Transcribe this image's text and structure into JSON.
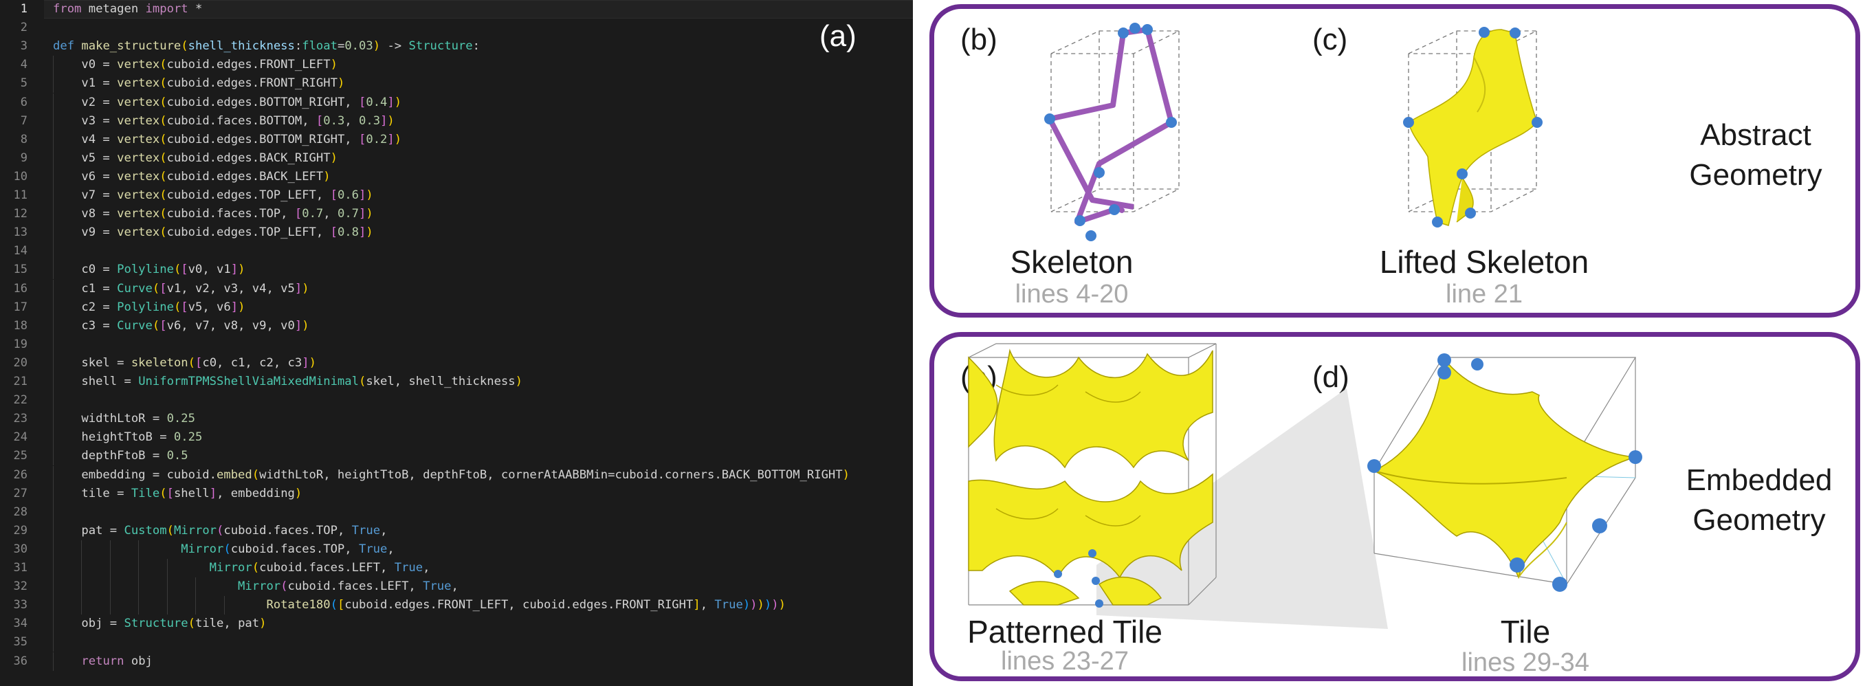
{
  "editor": {
    "panel_label": "(a)",
    "current_line": 1,
    "lines": [
      [
        [
          "kw2",
          "from"
        ],
        [
          "p",
          " metagen "
        ],
        [
          "kw2",
          "import"
        ],
        [
          "p",
          " *"
        ]
      ],
      [],
      [
        [
          "kw",
          "def"
        ],
        [
          "p",
          " "
        ],
        [
          "fn",
          "make_structure"
        ],
        [
          "br1",
          "("
        ],
        [
          "var",
          "shell_thickness"
        ],
        [
          "p",
          ":"
        ],
        [
          "cls",
          "float"
        ],
        [
          "p",
          "="
        ],
        [
          "num",
          "0.03"
        ],
        [
          "br1",
          ")"
        ],
        [
          "p",
          " -> "
        ],
        [
          "cls",
          "Structure"
        ],
        [
          "p",
          ":"
        ]
      ],
      [
        [
          "p",
          "    v0 = "
        ],
        [
          "fn",
          "vertex"
        ],
        [
          "br1",
          "("
        ],
        [
          "p",
          "cuboid.edges.FRONT_LEFT"
        ],
        [
          "br1",
          ")"
        ]
      ],
      [
        [
          "p",
          "    v1 = "
        ],
        [
          "fn",
          "vertex"
        ],
        [
          "br1",
          "("
        ],
        [
          "p",
          "cuboid.edges.FRONT_RIGHT"
        ],
        [
          "br1",
          ")"
        ]
      ],
      [
        [
          "p",
          "    v2 = "
        ],
        [
          "fn",
          "vertex"
        ],
        [
          "br1",
          "("
        ],
        [
          "p",
          "cuboid.edges.BOTTOM_RIGHT, "
        ],
        [
          "br2",
          "["
        ],
        [
          "num",
          "0.4"
        ],
        [
          "br2",
          "]"
        ],
        [
          "br1",
          ")"
        ]
      ],
      [
        [
          "p",
          "    v3 = "
        ],
        [
          "fn",
          "vertex"
        ],
        [
          "br1",
          "("
        ],
        [
          "p",
          "cuboid.faces.BOTTOM, "
        ],
        [
          "br2",
          "["
        ],
        [
          "num",
          "0.3"
        ],
        [
          "p",
          ", "
        ],
        [
          "num",
          "0.3"
        ],
        [
          "br2",
          "]"
        ],
        [
          "br1",
          ")"
        ]
      ],
      [
        [
          "p",
          "    v4 = "
        ],
        [
          "fn",
          "vertex"
        ],
        [
          "br1",
          "("
        ],
        [
          "p",
          "cuboid.edges.BOTTOM_RIGHT, "
        ],
        [
          "br2",
          "["
        ],
        [
          "num",
          "0.2"
        ],
        [
          "br2",
          "]"
        ],
        [
          "br1",
          ")"
        ]
      ],
      [
        [
          "p",
          "    v5 = "
        ],
        [
          "fn",
          "vertex"
        ],
        [
          "br1",
          "("
        ],
        [
          "p",
          "cuboid.edges.BACK_RIGHT"
        ],
        [
          "br1",
          ")"
        ]
      ],
      [
        [
          "p",
          "    v6 = "
        ],
        [
          "fn",
          "vertex"
        ],
        [
          "br1",
          "("
        ],
        [
          "p",
          "cuboid.edges.BACK_LEFT"
        ],
        [
          "br1",
          ")"
        ]
      ],
      [
        [
          "p",
          "    v7 = "
        ],
        [
          "fn",
          "vertex"
        ],
        [
          "br1",
          "("
        ],
        [
          "p",
          "cuboid.edges.TOP_LEFT, "
        ],
        [
          "br2",
          "["
        ],
        [
          "num",
          "0.6"
        ],
        [
          "br2",
          "]"
        ],
        [
          "br1",
          ")"
        ]
      ],
      [
        [
          "p",
          "    v8 = "
        ],
        [
          "fn",
          "vertex"
        ],
        [
          "br1",
          "("
        ],
        [
          "p",
          "cuboid.faces.TOP, "
        ],
        [
          "br2",
          "["
        ],
        [
          "num",
          "0.7"
        ],
        [
          "p",
          ", "
        ],
        [
          "num",
          "0.7"
        ],
        [
          "br2",
          "]"
        ],
        [
          "br1",
          ")"
        ]
      ],
      [
        [
          "p",
          "    v9 = "
        ],
        [
          "fn",
          "vertex"
        ],
        [
          "br1",
          "("
        ],
        [
          "p",
          "cuboid.edges.TOP_LEFT, "
        ],
        [
          "br2",
          "["
        ],
        [
          "num",
          "0.8"
        ],
        [
          "br2",
          "]"
        ],
        [
          "br1",
          ")"
        ]
      ],
      [],
      [
        [
          "p",
          "    c0 = "
        ],
        [
          "cls",
          "Polyline"
        ],
        [
          "br1",
          "("
        ],
        [
          "br2",
          "["
        ],
        [
          "p",
          "v0, v1"
        ],
        [
          "br2",
          "]"
        ],
        [
          "br1",
          ")"
        ]
      ],
      [
        [
          "p",
          "    c1 = "
        ],
        [
          "cls",
          "Curve"
        ],
        [
          "br1",
          "("
        ],
        [
          "br2",
          "["
        ],
        [
          "p",
          "v1, v2, v3, v4, v5"
        ],
        [
          "br2",
          "]"
        ],
        [
          "br1",
          ")"
        ]
      ],
      [
        [
          "p",
          "    c2 = "
        ],
        [
          "cls",
          "Polyline"
        ],
        [
          "br1",
          "("
        ],
        [
          "br2",
          "["
        ],
        [
          "p",
          "v5, v6"
        ],
        [
          "br2",
          "]"
        ],
        [
          "br1",
          ")"
        ]
      ],
      [
        [
          "p",
          "    c3 = "
        ],
        [
          "cls",
          "Curve"
        ],
        [
          "br1",
          "("
        ],
        [
          "br2",
          "["
        ],
        [
          "p",
          "v6, v7, v8, v9, v0"
        ],
        [
          "br2",
          "]"
        ],
        [
          "br1",
          ")"
        ]
      ],
      [],
      [
        [
          "p",
          "    skel = "
        ],
        [
          "fn",
          "skeleton"
        ],
        [
          "br1",
          "("
        ],
        [
          "br2",
          "["
        ],
        [
          "p",
          "c0, c1, c2, c3"
        ],
        [
          "br2",
          "]"
        ],
        [
          "br1",
          ")"
        ]
      ],
      [
        [
          "p",
          "    shell = "
        ],
        [
          "cls",
          "UniformTPMSShellViaMixedMinimal"
        ],
        [
          "br1",
          "("
        ],
        [
          "p",
          "skel, shell_thickness"
        ],
        [
          "br1",
          ")"
        ]
      ],
      [],
      [
        [
          "p",
          "    widthLtoR = "
        ],
        [
          "num",
          "0.25"
        ]
      ],
      [
        [
          "p",
          "    heightTtoB = "
        ],
        [
          "num",
          "0.25"
        ]
      ],
      [
        [
          "p",
          "    depthFtoB = "
        ],
        [
          "num",
          "0.5"
        ]
      ],
      [
        [
          "p",
          "    embedding = cuboid."
        ],
        [
          "fn",
          "embed"
        ],
        [
          "br1",
          "("
        ],
        [
          "p",
          "widthLtoR, heightTtoB, depthFtoB, cornerAtAABBMin=cuboid.corners.BACK_BOTTOM_RIGHT"
        ],
        [
          "br1",
          ")"
        ]
      ],
      [
        [
          "p",
          "    tile = "
        ],
        [
          "cls",
          "Tile"
        ],
        [
          "br1",
          "("
        ],
        [
          "br2",
          "["
        ],
        [
          "p",
          "shell"
        ],
        [
          "br2",
          "]"
        ],
        [
          "p",
          ", embedding"
        ],
        [
          "br1",
          ")"
        ]
      ],
      [],
      [
        [
          "p",
          "    pat = "
        ],
        [
          "cls",
          "Custom"
        ],
        [
          "br1",
          "("
        ],
        [
          "cls",
          "Mirror"
        ],
        [
          "br2",
          "("
        ],
        [
          "p",
          "cuboid.faces.TOP, "
        ],
        [
          "kw",
          "True"
        ],
        [
          "p",
          ","
        ]
      ],
      [
        [
          "p",
          "                  "
        ],
        [
          "cls",
          "Mirror"
        ],
        [
          "br3",
          "("
        ],
        [
          "p",
          "cuboid.faces.TOP, "
        ],
        [
          "kw",
          "True"
        ],
        [
          "p",
          ","
        ]
      ],
      [
        [
          "p",
          "                      "
        ],
        [
          "cls",
          "Mirror"
        ],
        [
          "br1",
          "("
        ],
        [
          "p",
          "cuboid.faces.LEFT, "
        ],
        [
          "kw",
          "True"
        ],
        [
          "p",
          ","
        ]
      ],
      [
        [
          "p",
          "                          "
        ],
        [
          "cls",
          "Mirror"
        ],
        [
          "br2",
          "("
        ],
        [
          "p",
          "cuboid.faces.LEFT, "
        ],
        [
          "kw",
          "True"
        ],
        [
          "p",
          ","
        ]
      ],
      [
        [
          "p",
          "                              "
        ],
        [
          "fn",
          "Rotate180"
        ],
        [
          "br3",
          "("
        ],
        [
          "br1",
          "["
        ],
        [
          "p",
          "cuboid.edges.FRONT_LEFT, cuboid.edges.FRONT_RIGHT"
        ],
        [
          "br1",
          "]"
        ],
        [
          "p",
          ", "
        ],
        [
          "kw",
          "True"
        ],
        [
          "br3",
          ")"
        ],
        [
          "br2",
          ")"
        ],
        [
          "br1",
          ")"
        ],
        [
          "br3",
          ")"
        ],
        [
          "br2",
          ")"
        ],
        [
          "br1",
          ")"
        ]
      ],
      [
        [
          "p",
          "    obj = "
        ],
        [
          "cls",
          "Structure"
        ],
        [
          "br1",
          "("
        ],
        [
          "p",
          "tile, pat"
        ],
        [
          "br1",
          ")"
        ]
      ],
      [],
      [
        [
          "p",
          "    "
        ],
        [
          "kw2",
          "return"
        ],
        [
          "p",
          " obj"
        ]
      ]
    ]
  },
  "abstract_panel": {
    "side_label": [
      "Abstract",
      "Geometry"
    ],
    "skeleton": {
      "label": "(b)",
      "title": "Skeleton",
      "subtitle": "lines 4-20"
    },
    "lifted": {
      "label": "(c)",
      "title": "Lifted Skeleton",
      "subtitle": "line 21"
    }
  },
  "embedded_panel": {
    "side_label": [
      "Embedded",
      "Geometry"
    ],
    "patterned": {
      "label": "(e)",
      "title": "Patterned Tile",
      "subtitle": "lines 23-27"
    },
    "tile": {
      "label": "(d)",
      "title": "Tile",
      "subtitle": "lines 29-34"
    }
  },
  "colors": {
    "panel_border": "#6a2c91",
    "skeleton_curve": "#9b59b6",
    "surface": "#f2ea1e",
    "vertex_dot": "#3f7fcf",
    "editor_bg": "#1b1b1b"
  }
}
